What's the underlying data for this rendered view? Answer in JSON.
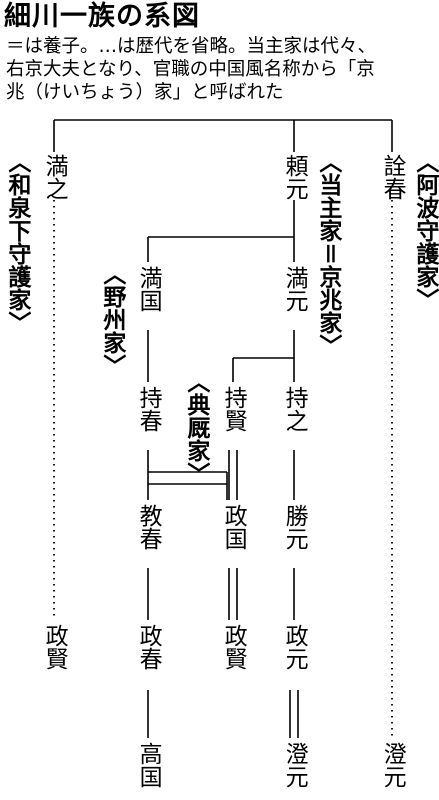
{
  "title": "細川一族の系図",
  "notes": [
    "＝は養子。…は歴代を省略。当主家は代々、",
    "右京大夫となり、官職の中国風名称から「京",
    "兆（けいちょう）家」と呼ばれた"
  ],
  "houses": {
    "izumi": "〈和泉下守護家〉",
    "soke": "〈当主家＝京兆家〉",
    "awa": "〈阿波守護家〉",
    "yashu": "〈野州家〉",
    "tenkyu": "〈典厩家〉"
  },
  "persons": {
    "mitsuyuki": "満之",
    "yorimoto": "頼元",
    "akiharu": "詮春",
    "mitsukuni": "満国",
    "mitsumoto": "満元",
    "mochikata": "持賢",
    "mochiyuki": "持之",
    "mochiharu": "持春",
    "norihharu": "教春",
    "masakuni": "政国",
    "katsumoto": "勝元",
    "masakata_izumi": "政賢",
    "masaharu": "政春",
    "masakata_tenkyu": "政賢",
    "masamoto": "政元",
    "takakuni": "高国",
    "sumimoto_soke": "澄元",
    "sumimoto_awa": "澄元"
  }
}
